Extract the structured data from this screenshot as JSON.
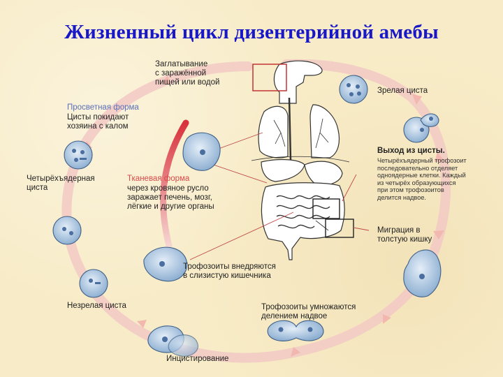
{
  "title": "Жизненный цикл дизентерийной амебы",
  "labels": {
    "swallow": [
      "Заглатывание",
      "с заражённой",
      "пищей или водой"
    ],
    "mature_cyst": "Зрелая циста",
    "lumen_form_title": "Просветная форма",
    "lumen_form_text": [
      "Цисты покидают",
      "хозяина с калом"
    ],
    "excyst_title": "Выход из цисты.",
    "excyst_text": [
      "Четырёхъядерный трофозоит",
      "последовательно отделяет",
      "одноядерные клетки. Каждый",
      "из четырёх образующихся",
      "при этом трофозоитов",
      "делится надвое."
    ],
    "four_nucleus_cyst": [
      "Четырёхъядерная",
      "циста"
    ],
    "tissue_form_title": "Тканевая форма",
    "tissue_form_text": [
      "через кровяное русло",
      "заражает печень, мозг,",
      "лёгкие и другие органы"
    ],
    "migration": [
      "Миграция в",
      "толстую кишку"
    ],
    "invade": [
      "Трофозоиты внедряются",
      "в слизистую кишечника"
    ],
    "immature_cyst": "Незрелая циста",
    "multiply": [
      "Трофозоиты умножаются",
      "делением надвое"
    ],
    "encyst": "Инцистирование"
  },
  "colors": {
    "title": "#1818c8",
    "cycle_ring": "#f2c9c4",
    "tissue_arrow": "#d8323c",
    "cell_fill": "#a9c6e0",
    "cell_stroke": "#3e5f86",
    "lumen_label": "#5a6fb8",
    "tissue_label": "#d84a4a",
    "pointer_line": "#c04848"
  }
}
